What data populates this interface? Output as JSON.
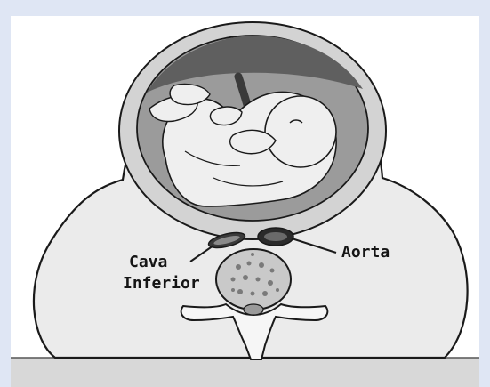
{
  "figure": {
    "labels": {
      "cava_line1": "Cava",
      "cava_line2": "Inferior",
      "aorta": "Aorta"
    }
  },
  "colors": {
    "frame": "#dfe6f4",
    "body_fill": "#ebebeb",
    "outline": "#1a1a1a",
    "uterus_ring": "#cfcfcf",
    "cavity": "#9b9b9b",
    "cavity_top": "#5a5a5a",
    "fetus": "#efefef",
    "vessel": "#2b2b2b",
    "bone": "#f6f6f6",
    "floor": "#d8d8d8"
  }
}
